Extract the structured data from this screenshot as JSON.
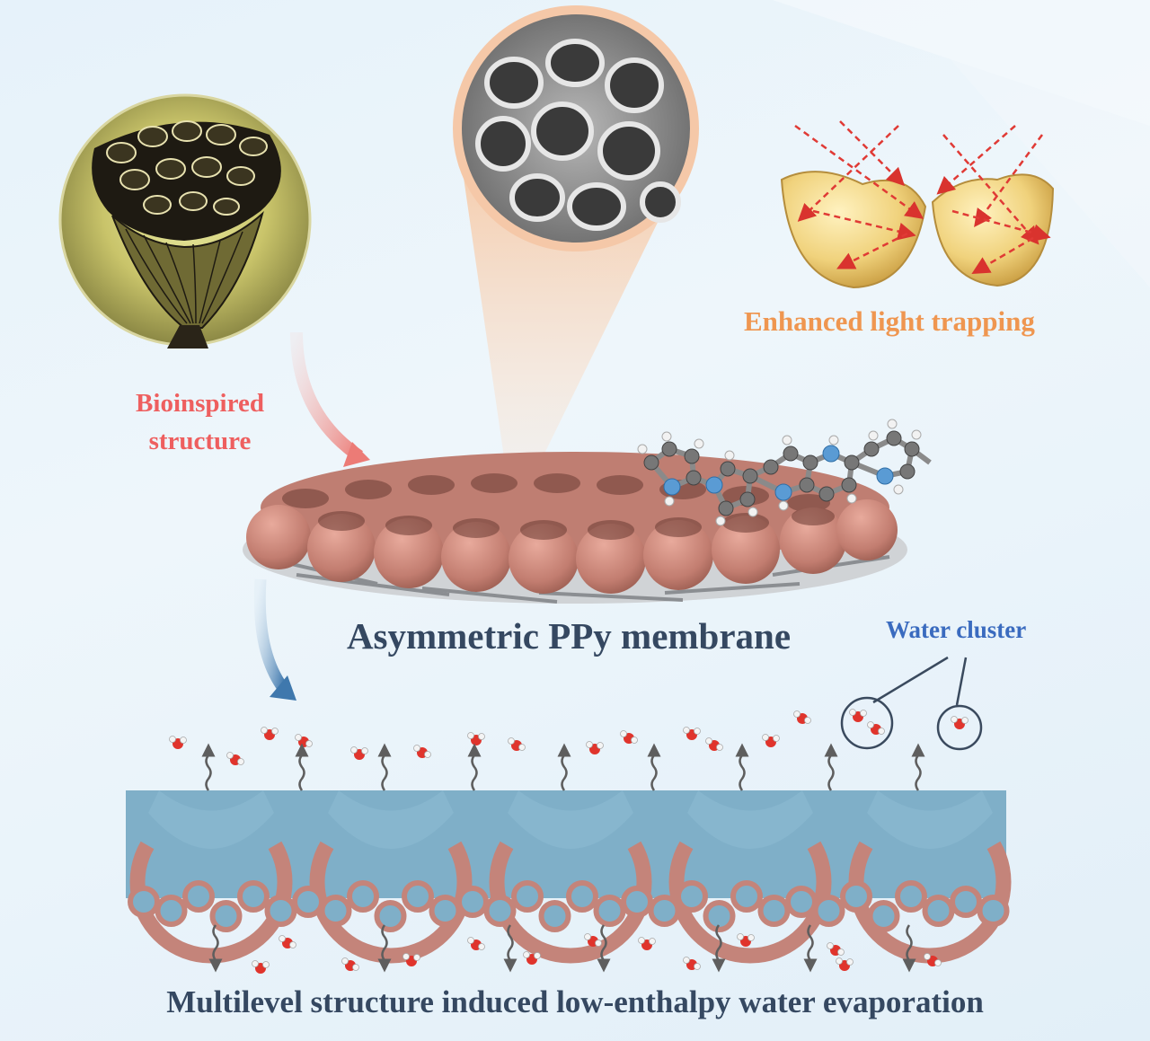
{
  "labels": {
    "bioinspired": [
      "Bioinspired",
      "structure"
    ],
    "light_trapping": "Enhanced light trapping",
    "membrane": "Asymmetric PPy membrane",
    "water_cluster": "Water cluster",
    "evaporation": "Multilevel structure induced  low-enthalpy water evaporation"
  },
  "colors": {
    "bio_label": "#ee5f5f",
    "light_label": "#ef9650",
    "title_text": "#354861",
    "cluster_label": "#3a6bbf",
    "ppy": "#c4847a",
    "water": "#7fafc8",
    "oxygen": "#e0342c",
    "hydrogen": "#f4f4f4",
    "carbon": "#6e6e6e",
    "nitrogen": "#5a9bd4"
  }
}
